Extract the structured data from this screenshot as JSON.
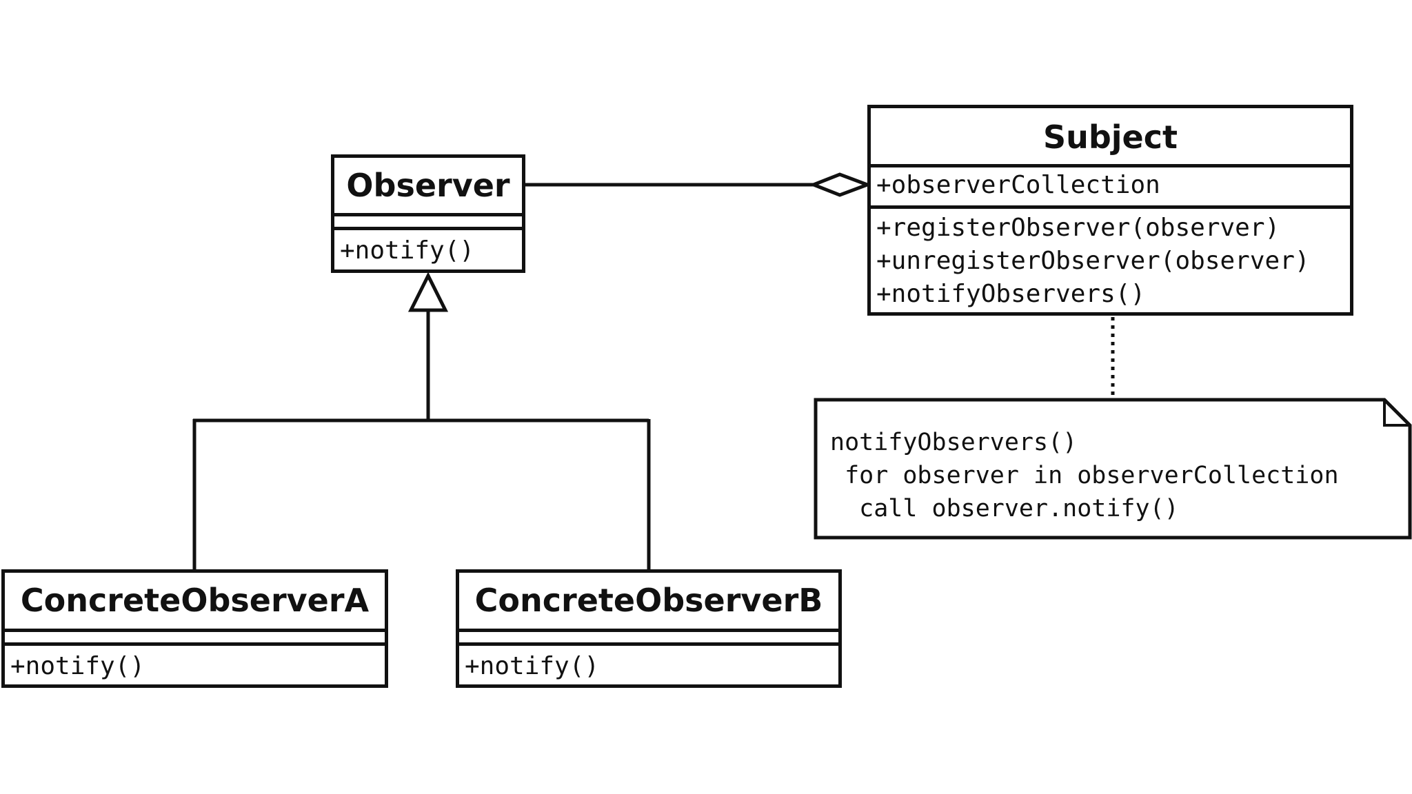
{
  "classes": {
    "observer": {
      "name": "Observer",
      "attributes": [],
      "operations": [
        "+notify()"
      ]
    },
    "subject": {
      "name": "Subject",
      "attributes": [
        "+observerCollection"
      ],
      "operations": [
        "+registerObserver(observer)",
        "+unregisterObserver(observer)",
        "+notifyObservers()"
      ]
    },
    "concrete_a": {
      "name": "ConcreteObserverA",
      "attributes": [],
      "operations": [
        "+notify()"
      ]
    },
    "concrete_b": {
      "name": "ConcreteObserverB",
      "attributes": [],
      "operations": [
        "+notify()"
      ]
    }
  },
  "note": {
    "lines": [
      "notifyObservers()",
      " for observer in observerCollection",
      "  call observer.notify()"
    ]
  },
  "colors": {
    "line": "#111111",
    "background": "#ffffff"
  }
}
